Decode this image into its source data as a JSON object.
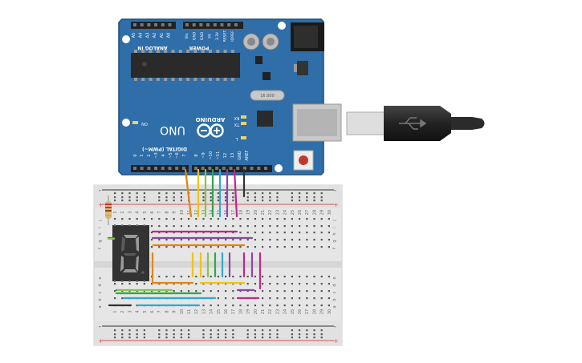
{
  "arduino": {
    "brand": "ARDUINO",
    "model": "UNO",
    "header_analog": "ANALOG IN",
    "header_power": "POWER",
    "header_digital": "DIGITAL (PWM~)",
    "led_on": "ON",
    "led_tx": "TX",
    "led_rx": "RX",
    "led_l": "L",
    "crystal": "16.000",
    "analog_pins": [
      "A5",
      "A4",
      "A3",
      "A2",
      "A1",
      "A0"
    ],
    "power_pins": [
      "Vin",
      "GND",
      "GND",
      "5V",
      "3.3V",
      "RESET",
      "IOREF"
    ],
    "digital_pins": [
      "0",
      "1",
      "2",
      "~3",
      "4",
      "~5",
      "~6",
      "7",
      "8",
      "~9",
      "~10",
      "~11",
      "12",
      "13",
      "GND",
      "AREF"
    ],
    "colors": {
      "board": "#2f6ea8",
      "board_dark": "#1e4f7e",
      "chip": "#2a2a2a",
      "header": "#222222",
      "silk": "#ffffff",
      "reset": "#c0392b"
    }
  },
  "usb": {
    "colors": {
      "plug": "#d0d0d0",
      "cable": "#2b2b2b"
    }
  },
  "breadboard": {
    "columns": [
      "1",
      "2",
      "3",
      "4",
      "5",
      "6",
      "7",
      "8",
      "9",
      "10",
      "11",
      "12",
      "13",
      "14",
      "15",
      "16",
      "17",
      "18",
      "19",
      "20",
      "21",
      "22",
      "23",
      "24",
      "25",
      "26",
      "27",
      "28",
      "29",
      "30"
    ],
    "rows_top": [
      "j",
      "i",
      "h",
      "g",
      "f"
    ],
    "rows_bottom": [
      "e",
      "d",
      "c",
      "b",
      "a"
    ],
    "rail_plus": "+",
    "rail_minus": "-",
    "colors": {
      "body": "#e6e6e6",
      "hole": "#555555",
      "rail_red": "#d9534f",
      "rail_dark": "#333333"
    }
  },
  "display": {
    "digit": "8",
    "colors": {
      "body": "#333333",
      "segment_off": "#5a5a5a",
      "segment_on": "#9a9a9a"
    }
  },
  "resistor": {
    "colors": {
      "body": "#d9b77c",
      "band1": "#c0392b",
      "band2": "#c0392b",
      "band3": "#8b4513",
      "band4": "#d4af37"
    }
  },
  "wires": [
    {
      "name": "wire-pin7",
      "color": "#e8830c"
    },
    {
      "name": "wire-pin8",
      "color": "#f1c40f"
    },
    {
      "name": "wire-pin9",
      "color": "#8bc34a"
    },
    {
      "name": "wire-pin10",
      "color": "#2ea64a"
    },
    {
      "name": "wire-pin11",
      "color": "#2fa7d8"
    },
    {
      "name": "wire-pin12",
      "color": "#8e44ad"
    },
    {
      "name": "wire-pin13",
      "color": "#c2268b"
    },
    {
      "name": "wire-gnd",
      "color": "#333333"
    }
  ]
}
